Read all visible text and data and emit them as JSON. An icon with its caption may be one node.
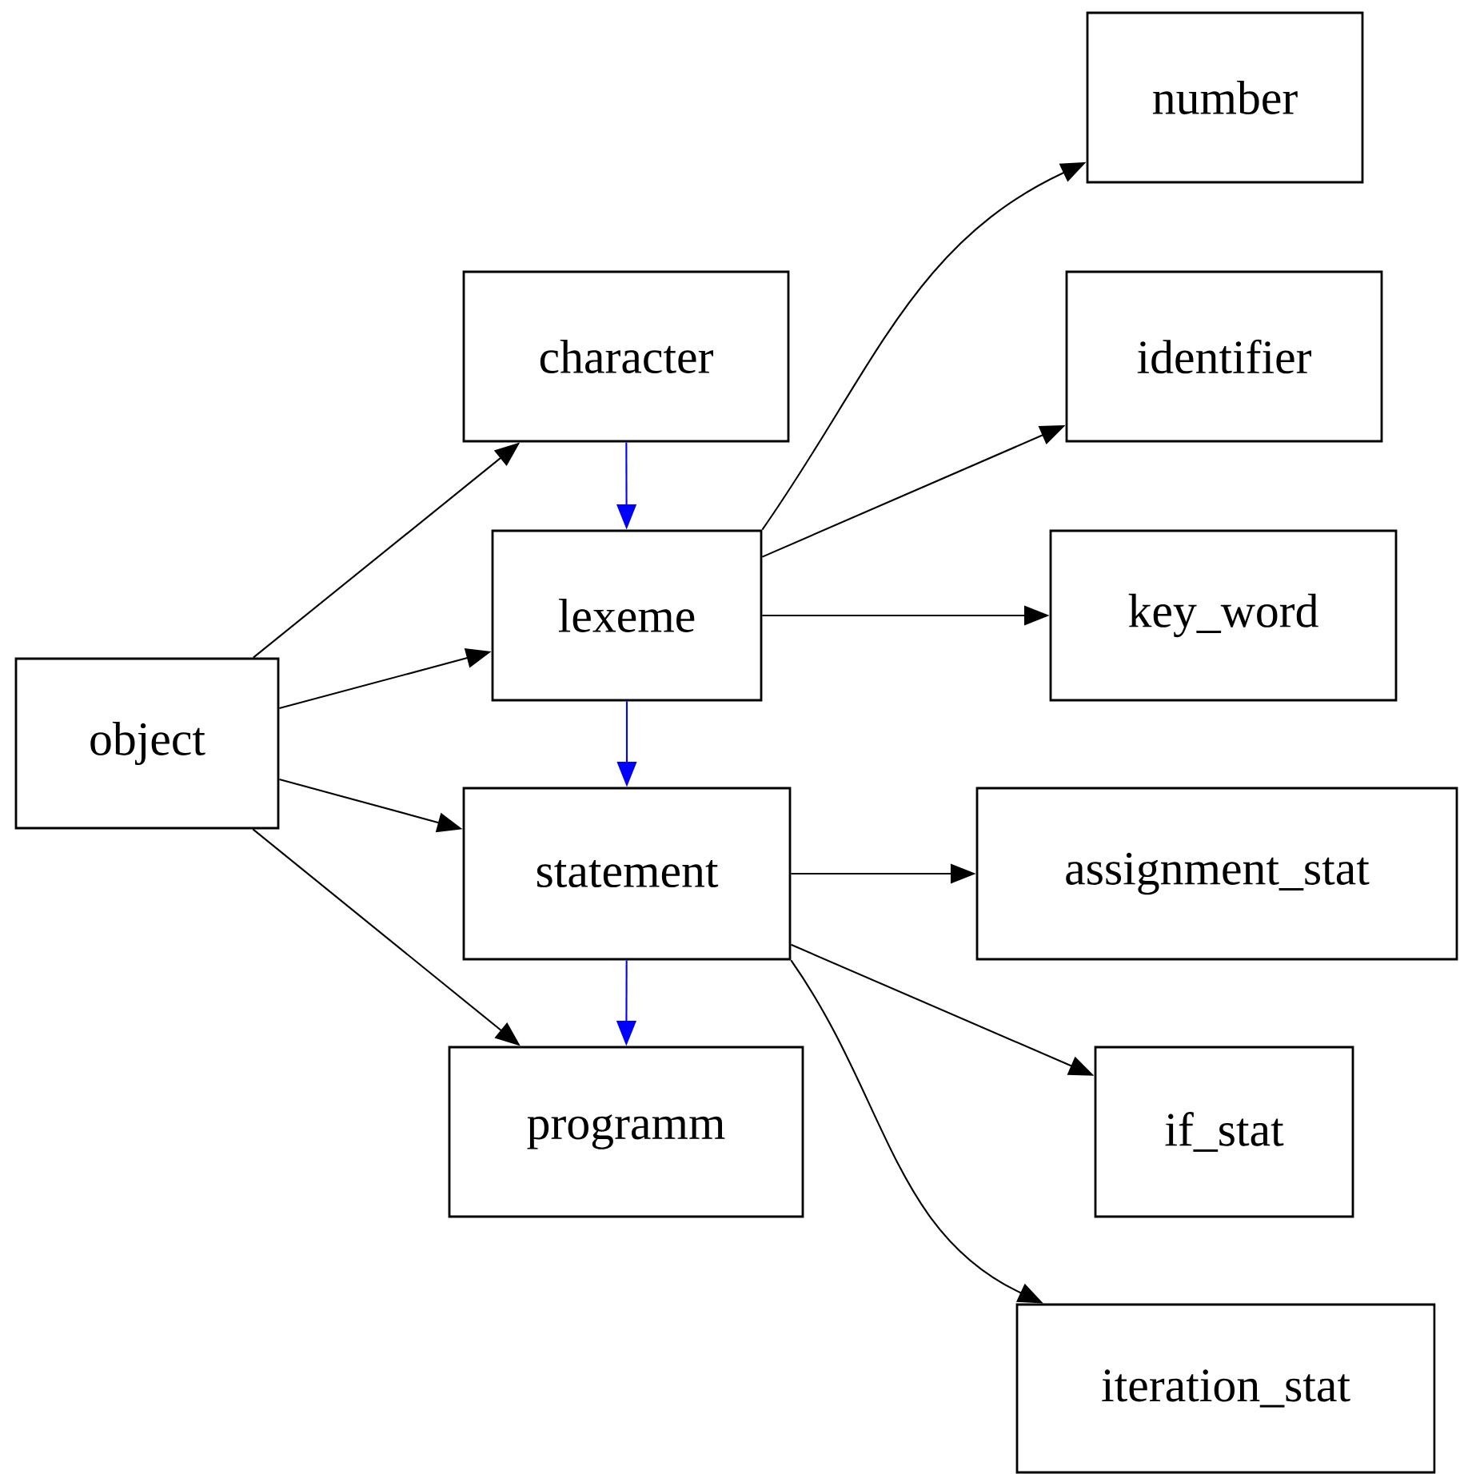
{
  "diagram": {
    "nodes": [
      {
        "text": [
          "object"
        ]
      },
      {
        "text": [
          "character"
        ]
      },
      {
        "text": [
          "lexeme"
        ]
      },
      {
        "text": [
          "statement"
        ]
      },
      {
        "text": [
          "programm"
        ]
      },
      {
        "text": [
          "number"
        ]
      },
      {
        "text": [
          "identifier"
        ]
      },
      {
        "text": [
          "key_word"
        ]
      },
      {
        "text": [
          "assignment_stat"
        ]
      },
      {
        "text": [
          "if_stat"
        ]
      },
      {
        "text": [
          "iteration_stat"
        ]
      }
    ],
    "edges": [
      {
        "from": 0,
        "to": 1,
        "arrow": "to"
      },
      {
        "from": 0,
        "to": 2,
        "arrow": "to"
      },
      {
        "from": 0,
        "to": 3,
        "arrow": "to"
      },
      {
        "from": 0,
        "to": 4,
        "arrow": "to"
      },
      {
        "from": 1,
        "to": 2,
        "arrow": "to",
        "color": "#0000ff"
      },
      {
        "from": 2,
        "to": 3,
        "arrow": "to",
        "color": "#0000ff"
      },
      {
        "from": 3,
        "to": 4,
        "arrow": "to",
        "color": "#0000ff"
      },
      {
        "from": 2,
        "to": 5,
        "arrow": "to"
      },
      {
        "from": 2,
        "to": 6,
        "arrow": "to"
      },
      {
        "from": 2,
        "to": 7,
        "arrow": "to"
      },
      {
        "from": 3,
        "to": 8,
        "arrow": "to"
      },
      {
        "from": 3,
        "to": 9,
        "arrow": "to"
      },
      {
        "from": 3,
        "to": 10,
        "arrow": "to"
      }
    ]
  }
}
